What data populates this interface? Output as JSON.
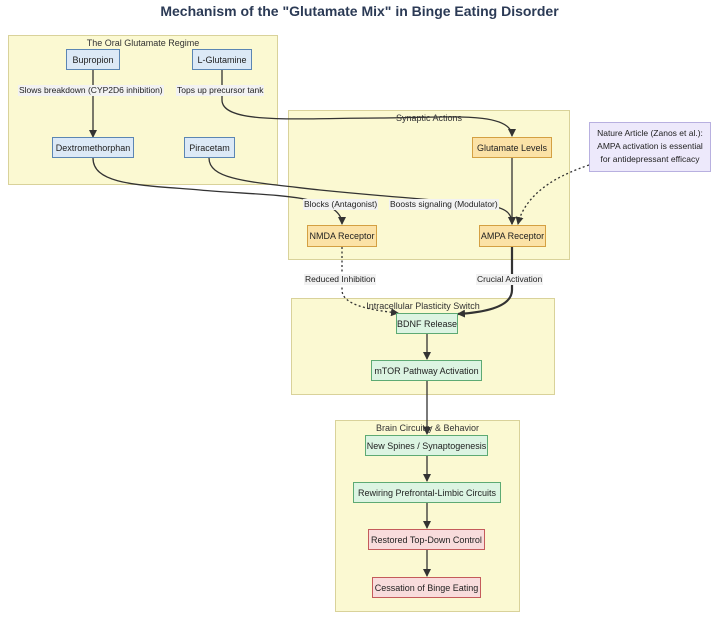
{
  "title": "Mechanism of the \"Glutamate Mix\" in Binge Eating Disorder",
  "groups": {
    "oral": "The Oral Glutamate Regime",
    "synaptic": "Synaptic Actions",
    "intracellular": "Intracellular Plasticity Switch",
    "brain": "Brain Circuitry & Behavior"
  },
  "nodes": {
    "bupropion": "Bupropion",
    "lglutamine": "L-Glutamine",
    "dextromethorphan": "Dextromethorphan",
    "piracetam": "Piracetam",
    "glutamate_levels": "Glutamate Levels",
    "nmda": "NMDA Receptor",
    "ampa": "AMPA Receptor",
    "bdnf": "BDNF Release",
    "mtor": "mTOR Pathway Activation",
    "spines": "New Spines / Synaptogenesis",
    "rewiring": "Rewiring Prefrontal-Limbic Circuits",
    "topdown": "Restored Top-Down Control",
    "cessation": "Cessation of Binge Eating"
  },
  "note": {
    "line1": "Nature Article (Zanos et al.):",
    "line2": "AMPA activation is essential",
    "line3": "for antidepressant efficacy"
  },
  "edge_labels": {
    "slows": "Slows breakdown (CYP2D6 inhibition)",
    "tops": "Tops up precursor tank",
    "blocks": "Blocks (Antagonist)",
    "boosts": "Boosts signaling (Modulator)",
    "reduced": "Reduced Inhibition",
    "crucial": "Crucial Activation"
  },
  "colors": {
    "blue_node": "#dce9f6",
    "orange_node": "#fbe2a6",
    "green_node": "#dcf4e2",
    "red_node": "#f8dcdc",
    "group_bg": "#fbf9d2",
    "note_bg": "#ede9fb"
  }
}
